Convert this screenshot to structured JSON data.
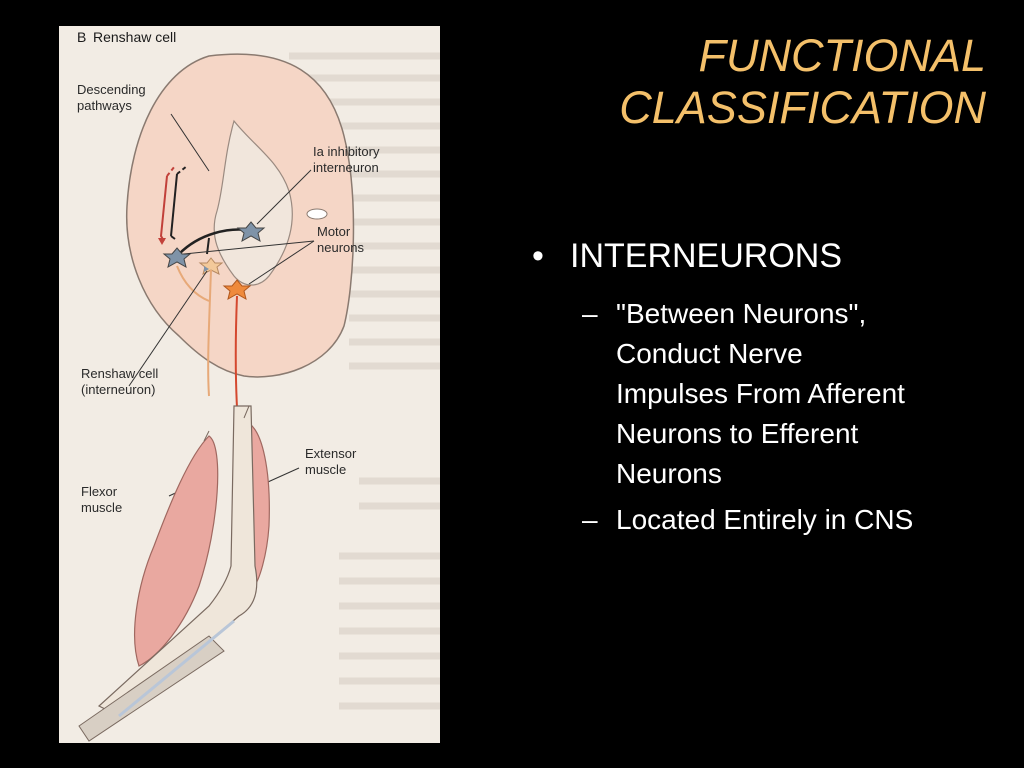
{
  "slide": {
    "title_lines": [
      "FUNCTIONAL",
      "CLASSIFICATION"
    ],
    "bullet": "INTERNEURONS",
    "sub_bullets": [
      "\"Between Neurons\", Conduct Nerve Impulses From Afferent Neurons to Efferent Neurons",
      "Located Entirely in CNS"
    ],
    "bullet_glyph": "•",
    "sub_glyph": "–"
  },
  "figure": {
    "panel_letter": "B",
    "panel_title": "Renshaw cell",
    "labels": {
      "descending_1": "Descending",
      "descending_2": "pathways",
      "ia_1": "Ia inhibitory",
      "ia_2": "interneuron",
      "motor_1": "Motor",
      "motor_2": "neurons",
      "renshaw_1": "Renshaw cell",
      "renshaw_2": "(interneuron)",
      "extensor_1": "Extensor",
      "extensor_2": "muscle",
      "flexor_1": "Flexor",
      "flexor_2": "muscle"
    },
    "colors": {
      "cord": "#f5d6c6",
      "muscle": "#e9a8a0",
      "axon_red": "#d4482e",
      "neuron_blue": "#7f93a8",
      "neuron_orange": "#ef8a3c"
    }
  }
}
